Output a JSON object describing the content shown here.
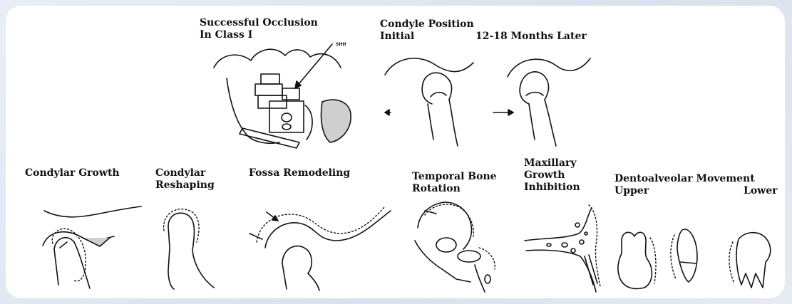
{
  "top": {
    "occlusion_title_line1": "Successful Occlusion",
    "occlusion_title_line2": "In Class I",
    "occlusion_marker": "SHH",
    "condyle_title": "Condyle Position",
    "condyle_initial": "Initial",
    "condyle_later": "12-18 Months Later"
  },
  "bottom": {
    "condylar_growth": "Condylar Growth",
    "condylar_reshaping_line1": "Condylar",
    "condylar_reshaping_line2": "Reshaping",
    "fossa_remodeling": "Fossa Remodeling",
    "temporal_line1": "Temporal Bone",
    "temporal_line2": "Rotation",
    "maxillary_line1": "Maxillary",
    "maxillary_line2": "Growth",
    "maxillary_line3": "Inhibition",
    "dento_title": "Dentoalveolar Movement",
    "dento_upper": "Upper",
    "dento_lower": "Lower"
  },
  "colors": {
    "background": "#dfe6f1",
    "panel": "#ffffff",
    "ink": "#111111",
    "shade": "#cfcfcf"
  }
}
